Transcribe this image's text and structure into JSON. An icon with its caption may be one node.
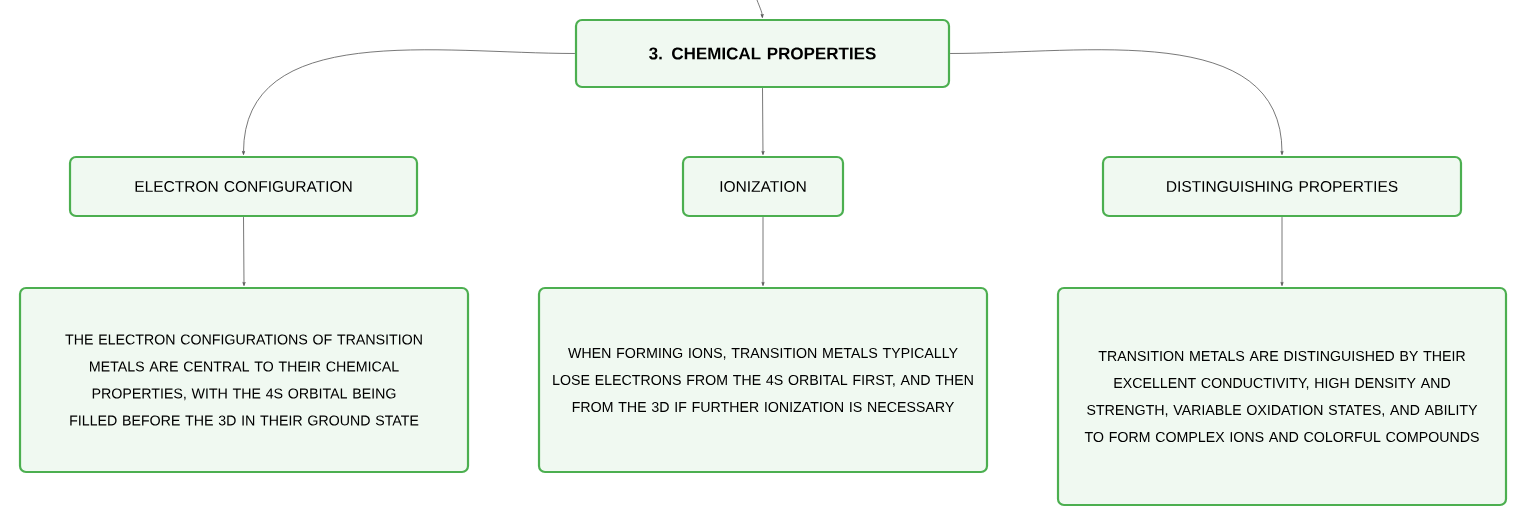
{
  "diagram": {
    "nodes": [
      {
        "text": [
          "3. CHEMICAL PROPERTIES"
        ]
      },
      {
        "text": [
          "ELECTRON CONFIGURATION"
        ]
      },
      {
        "text": [
          "IONIZATION"
        ]
      },
      {
        "text": [
          "DISTINGUISHING PROPERTIES"
        ]
      },
      {
        "text": [
          "THE ELECTRON CONFIGURATIONS OF TRANSITION METALS ARE CENTRAL TO THEIR CHEMICAL PROPERTIES, WITH THE 4S ORBITAL BEING FILLED BEFORE THE 3D IN THEIR GROUND STATE"
        ]
      },
      {
        "text": [
          "WHEN FORMING IONS, TRANSITION METALS TYPICALLY LOSE ELECTRONS FROM THE 4S ORBITAL FIRST, AND THEN FROM THE 3D IF FURTHER IONIZATION IS NECESSARY"
        ]
      },
      {
        "text": [
          "TRANSITION METALS ARE DISTINGUISHED BY THEIR EXCELLENT CONDUCTIVITY, HIGH DENSITY AND STRENGTH, VARIABLE OXIDATION STATES, AND ABILITY TO FORM COMPLEX IONS AND COLORFUL COMPOUNDS"
        ]
      }
    ],
    "edges": [
      {
        "from": null,
        "to": 0,
        "arrow": "to"
      },
      {
        "from": 0,
        "to": 1,
        "arrow": "to"
      },
      {
        "from": 0,
        "to": 2,
        "arrow": "to"
      },
      {
        "from": 0,
        "to": 3,
        "arrow": "to"
      },
      {
        "from": 1,
        "to": 4,
        "arrow": "to"
      },
      {
        "from": 2,
        "to": 5,
        "arrow": "to"
      },
      {
        "from": 3,
        "to": 6,
        "arrow": "to"
      }
    ]
  }
}
